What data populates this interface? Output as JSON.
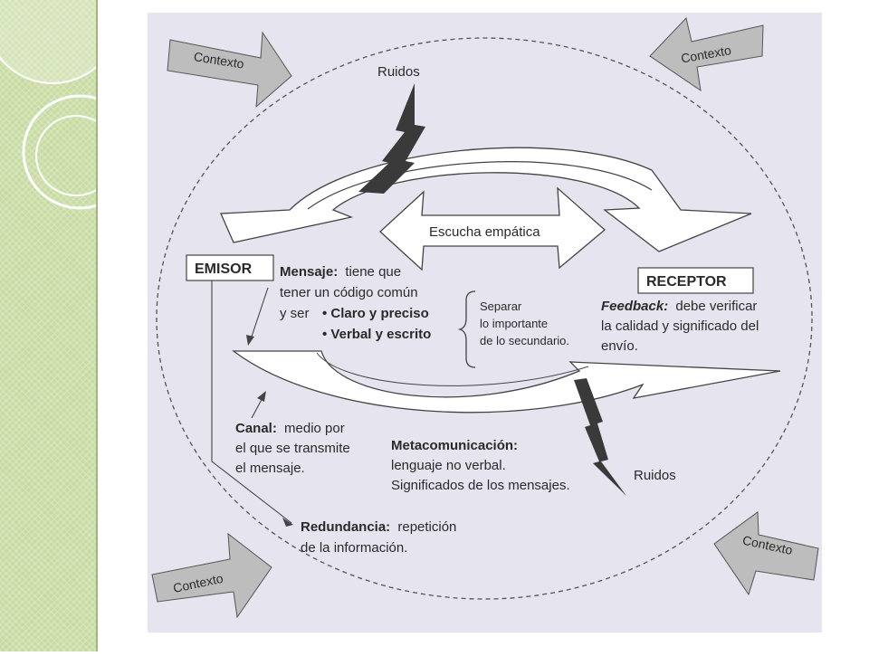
{
  "diagram": {
    "contexto": "Contexto",
    "ruidos": "Ruidos",
    "escucha": "Escucha empática",
    "emisor": "EMISOR",
    "receptor": "RECEPTOR",
    "mensaje": {
      "label": "Mensaje:",
      "line1": "tiene que",
      "line2": "tener un código común",
      "line3": "y ser",
      "bullet1": "• Claro y preciso",
      "bullet2": "• Verbal y escrito"
    },
    "separar": [
      "Separar",
      "lo importante",
      "de lo secundario."
    ],
    "feedback": {
      "label": "Feedback:",
      "line1": "debe verificar",
      "line2": "la calidad y significado del",
      "line3": "envío."
    },
    "canal": {
      "label": "Canal:",
      "line1": "medio por",
      "line2": "el que se transmite",
      "line3": "el mensaje."
    },
    "metacomunicacion": {
      "label": "Metacomunicación:",
      "line2": "lenguaje no verbal.",
      "line3": "Significados de los mensajes."
    },
    "redundancia": {
      "label": "Redundancia:",
      "line1": "repetición",
      "line2": "de la información."
    }
  }
}
